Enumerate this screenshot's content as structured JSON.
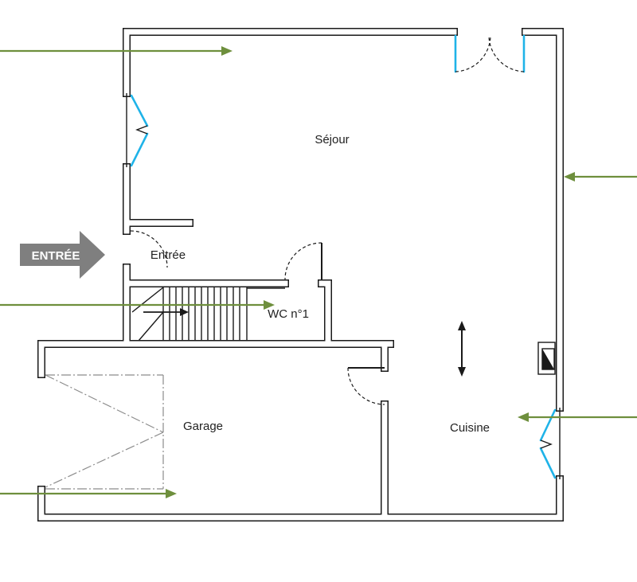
{
  "plan": {
    "rooms": {
      "sejour": "Séjour",
      "entree": "Entrée",
      "wc": "WC n°1",
      "garage": "Garage",
      "cuisine": "Cuisine"
    },
    "entrance_marker": {
      "label": "ENTRÉE"
    },
    "symbols": {
      "fireplace": "fireplace-icon",
      "stair_direction": "arrow-right-icon",
      "kitchen_opening": "double-arrow-vertical-icon"
    },
    "colors": {
      "wall": "#1a1a1a",
      "window": "#1fb3e8",
      "annotation_arrow": "#6e8f3d",
      "entrance_marker": "#7f7f7f",
      "garage_door_outline": "#8c8c8c"
    }
  }
}
